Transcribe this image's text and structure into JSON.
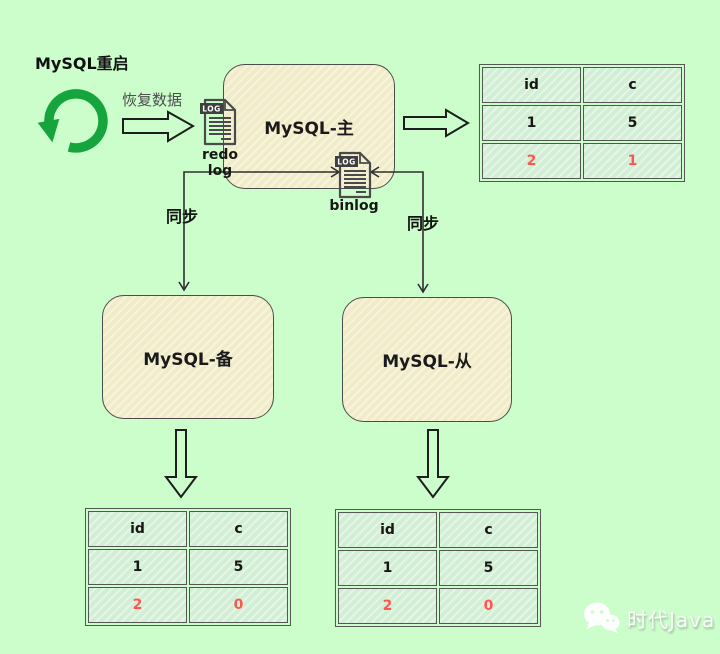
{
  "title": "MySQL重启",
  "restore_label": "恢复数据",
  "boxes": {
    "master": "MySQL-主",
    "backup": "MySQL-备",
    "slave": "MySQL-从"
  },
  "logs": {
    "redo_label": "redo log",
    "binlog_label": "binlog",
    "badge": "LOG"
  },
  "sync": {
    "left": "同步",
    "right": "同步"
  },
  "tables": {
    "master": {
      "headers": [
        "id",
        "c"
      ],
      "rows": [
        [
          "1",
          "5"
        ],
        [
          "2",
          "1"
        ]
      ]
    },
    "backup": {
      "headers": [
        "id",
        "c"
      ],
      "rows": [
        [
          "1",
          "5"
        ],
        [
          "2",
          "0"
        ]
      ]
    },
    "slave": {
      "headers": [
        "id",
        "c"
      ],
      "rows": [
        [
          "1",
          "5"
        ],
        [
          "2",
          "0"
        ]
      ]
    }
  },
  "watermark": "时代Java",
  "colors": {
    "background": "#ccfecc",
    "node_fill": "#f0ebc8",
    "cell_fill": "#d3eed6",
    "changed_text": "#fb5750",
    "refresh_icon_green": "#16a43c"
  }
}
